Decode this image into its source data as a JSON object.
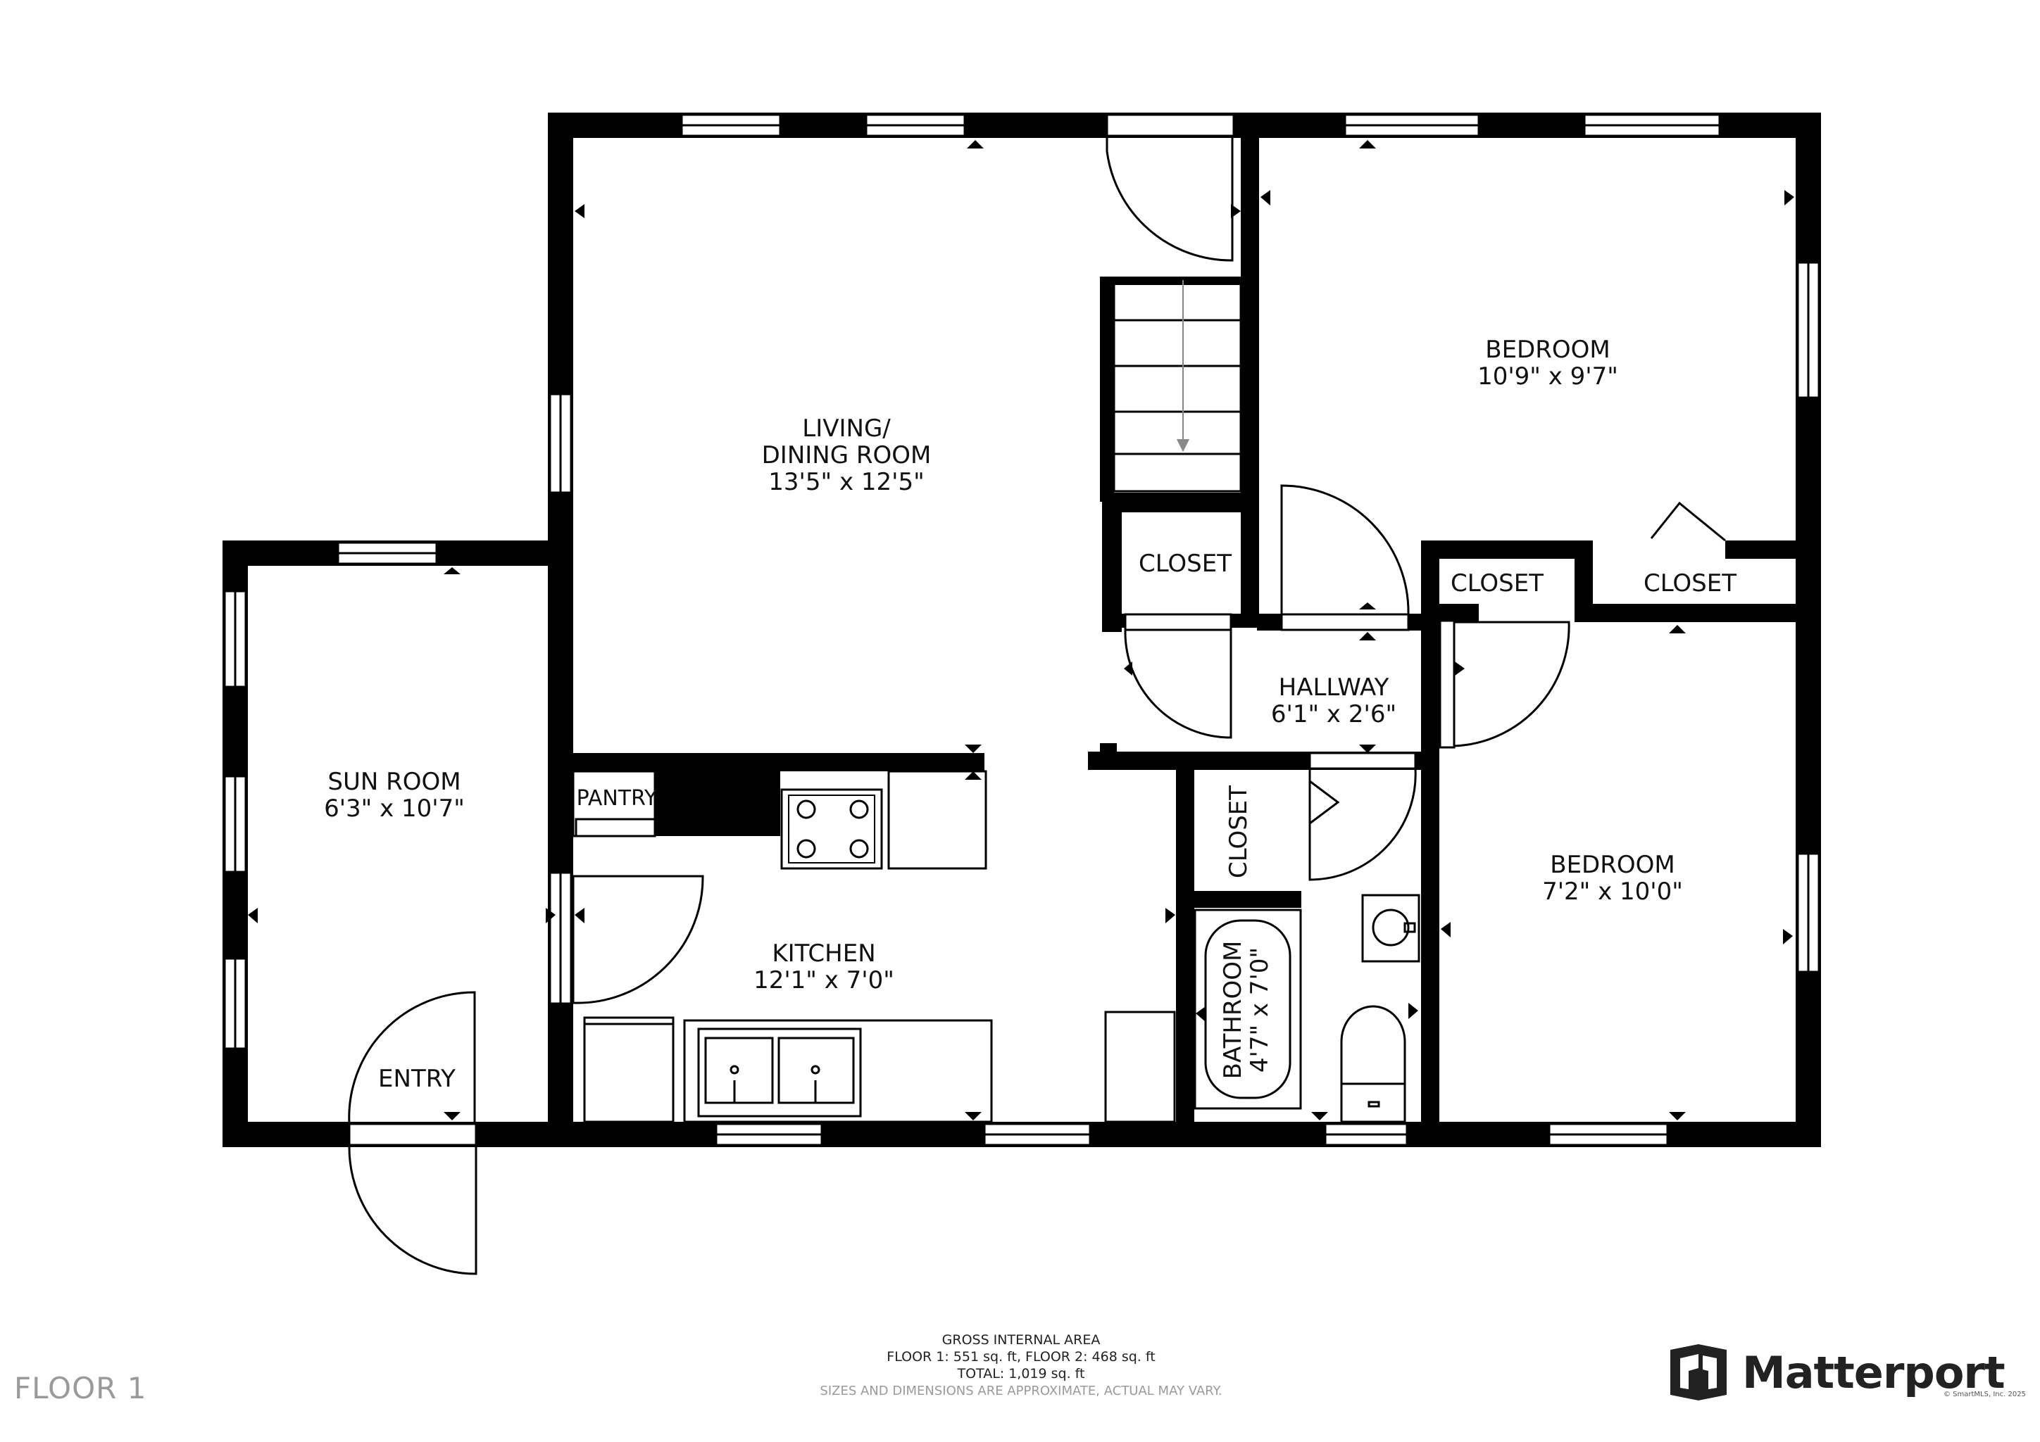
{
  "floor_label": "FLOOR 1",
  "rooms": {
    "living": {
      "line1": "LIVING/",
      "line2": "DINING ROOM",
      "dims": "13'5\" x 12'5\""
    },
    "bedroom_top": {
      "name": "BEDROOM",
      "dims": "10'9\" x 9'7\""
    },
    "bedroom_bottom": {
      "name": "BEDROOM",
      "dims": "7'2\" x 10'0\""
    },
    "sun_room": {
      "name": "SUN ROOM",
      "dims": "6'3\" x 10'7\""
    },
    "kitchen": {
      "name": "KITCHEN",
      "dims": "12'1\" x 7'0\""
    },
    "hallway": {
      "name": "HALLWAY",
      "dims": "6'1\" x 2'6\""
    },
    "bathroom": {
      "name": "BATHROOM",
      "dims": "4'7\" x 7'0\""
    },
    "closet_stairs": "CLOSET",
    "closet_mid": "CLOSET",
    "closet_right": "CLOSET",
    "closet_vertical": "CLOSET",
    "pantry": "PANTRY",
    "entry": "ENTRY"
  },
  "footer": {
    "line1": "GROSS INTERNAL AREA",
    "line2": "FLOOR 1: 551 sq. ft, FLOOR 2: 468 sq. ft",
    "line3": "TOTAL: 1,019 sq. ft",
    "line4": "SIZES AND DIMENSIONS ARE APPROXIMATE, ACTUAL MAY VARY."
  },
  "brand": {
    "name": "Matterport",
    "icon": "matterport-logo-icon"
  },
  "copyright": "© SmartMLS, Inc. 2025",
  "colors": {
    "wall": "#000000",
    "background": "#ffffff",
    "footer_gray": "#9a9a9a"
  }
}
